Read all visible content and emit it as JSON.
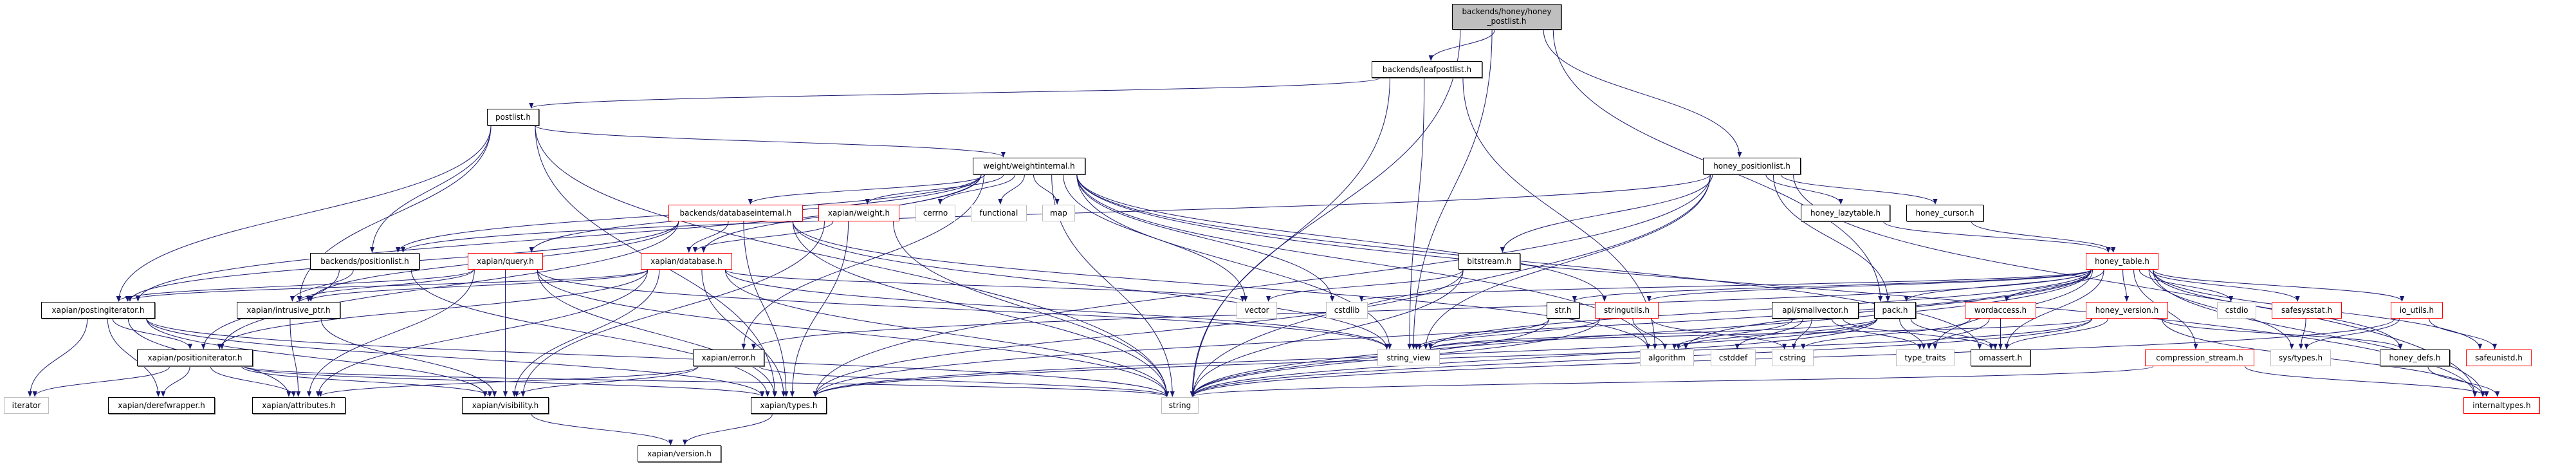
{
  "colors": {
    "edge": "#191970",
    "normal_border": "#000000",
    "system_border": "#bfbfbf",
    "truncated_border": "#ff0000",
    "root_fill": "#bfbfbf"
  },
  "nodes": [
    {
      "id": "root",
      "label": "backends/honey/honey\n_postlist.h",
      "kind": "root"
    },
    {
      "id": "leafpostlist",
      "label": "backends/leafpostlist.h",
      "kind": "normal"
    },
    {
      "id": "postlist",
      "label": "postlist.h",
      "kind": "normal"
    },
    {
      "id": "weightinternal",
      "label": "weight/weightinternal.h",
      "kind": "normal"
    },
    {
      "id": "honey_positionlist",
      "label": "honey_positionlist.h",
      "kind": "normal"
    },
    {
      "id": "databaseinternal",
      "label": "backends/databaseinternal.h",
      "kind": "truncated"
    },
    {
      "id": "weight",
      "label": "xapian/weight.h",
      "kind": "truncated"
    },
    {
      "id": "cerrno",
      "label": "cerrno",
      "kind": "system"
    },
    {
      "id": "functional",
      "label": "functional",
      "kind": "system"
    },
    {
      "id": "map",
      "label": "map",
      "kind": "system"
    },
    {
      "id": "honey_lazytable",
      "label": "honey_lazytable.h",
      "kind": "normal"
    },
    {
      "id": "honey_cursor",
      "label": "honey_cursor.h",
      "kind": "normal"
    },
    {
      "id": "positionlist",
      "label": "backends/positionlist.h",
      "kind": "normal"
    },
    {
      "id": "query",
      "label": "xapian/query.h",
      "kind": "truncated"
    },
    {
      "id": "database",
      "label": "xapian/database.h",
      "kind": "truncated"
    },
    {
      "id": "bitstream",
      "label": "bitstream.h",
      "kind": "normal"
    },
    {
      "id": "honey_table",
      "label": "honey_table.h",
      "kind": "truncated"
    },
    {
      "id": "postingiterator",
      "label": "xapian/postingiterator.h",
      "kind": "normal"
    },
    {
      "id": "intrusive_ptr",
      "label": "xapian/intrusive_ptr.h",
      "kind": "normal"
    },
    {
      "id": "vector",
      "label": "vector",
      "kind": "system"
    },
    {
      "id": "cstdlib",
      "label": "cstdlib",
      "kind": "system"
    },
    {
      "id": "str",
      "label": "str.h",
      "kind": "normal"
    },
    {
      "id": "stringutils",
      "label": "stringutils.h",
      "kind": "truncated"
    },
    {
      "id": "smallvector",
      "label": "api/smallvector.h",
      "kind": "normal"
    },
    {
      "id": "pack",
      "label": "pack.h",
      "kind": "normal"
    },
    {
      "id": "wordaccess",
      "label": "wordaccess.h",
      "kind": "truncated"
    },
    {
      "id": "honey_version",
      "label": "honey_version.h",
      "kind": "truncated"
    },
    {
      "id": "cstdio",
      "label": "cstdio",
      "kind": "system"
    },
    {
      "id": "safesysstat",
      "label": "safesysstat.h",
      "kind": "truncated"
    },
    {
      "id": "io_utils",
      "label": "io_utils.h",
      "kind": "truncated"
    },
    {
      "id": "positioniterator",
      "label": "xapian/positioniterator.h",
      "kind": "normal"
    },
    {
      "id": "error",
      "label": "xapian/error.h",
      "kind": "normal"
    },
    {
      "id": "string_view",
      "label": "string_view",
      "kind": "system"
    },
    {
      "id": "algorithm",
      "label": "algorithm",
      "kind": "system"
    },
    {
      "id": "cstddef",
      "label": "cstddef",
      "kind": "system"
    },
    {
      "id": "cstring",
      "label": "cstring",
      "kind": "system"
    },
    {
      "id": "type_traits",
      "label": "type_traits",
      "kind": "system"
    },
    {
      "id": "omassert",
      "label": "omassert.h",
      "kind": "normal"
    },
    {
      "id": "compression_stream",
      "label": "compression_stream.h",
      "kind": "truncated"
    },
    {
      "id": "sys_types",
      "label": "sys/types.h",
      "kind": "system"
    },
    {
      "id": "honey_defs",
      "label": "honey_defs.h",
      "kind": "normal"
    },
    {
      "id": "safeunistd",
      "label": "safeunistd.h",
      "kind": "truncated"
    },
    {
      "id": "iterator",
      "label": "iterator",
      "kind": "system"
    },
    {
      "id": "derefwrapper",
      "label": "xapian/derefwrapper.h",
      "kind": "normal"
    },
    {
      "id": "attributes",
      "label": "xapian/attributes.h",
      "kind": "normal"
    },
    {
      "id": "visibility",
      "label": "xapian/visibility.h",
      "kind": "normal"
    },
    {
      "id": "types",
      "label": "xapian/types.h",
      "kind": "normal"
    },
    {
      "id": "string",
      "label": "string",
      "kind": "system"
    },
    {
      "id": "internaltypes",
      "label": "internaltypes.h",
      "kind": "truncated"
    },
    {
      "id": "version",
      "label": "xapian/version.h",
      "kind": "normal"
    }
  ],
  "edges": [
    [
      "root",
      "leafpostlist"
    ],
    [
      "root",
      "string"
    ],
    [
      "root",
      "string_view"
    ],
    [
      "root",
      "pack"
    ],
    [
      "root",
      "honey_positionlist"
    ],
    [
      "leafpostlist",
      "postlist"
    ],
    [
      "leafpostlist",
      "string"
    ],
    [
      "leafpostlist",
      "string_view"
    ],
    [
      "leafpostlist",
      "algorithm"
    ],
    [
      "postlist",
      "weightinternal"
    ],
    [
      "postlist",
      "postingiterator"
    ],
    [
      "postlist",
      "intrusive_ptr"
    ],
    [
      "postlist",
      "positionlist"
    ],
    [
      "postlist",
      "types"
    ],
    [
      "postlist",
      "string"
    ],
    [
      "weightinternal",
      "databaseinternal"
    ],
    [
      "weightinternal",
      "positionlist"
    ],
    [
      "weightinternal",
      "query"
    ],
    [
      "weightinternal",
      "database"
    ],
    [
      "weightinternal",
      "weight"
    ],
    [
      "weightinternal",
      "cerrno"
    ],
    [
      "weightinternal",
      "functional"
    ],
    [
      "weightinternal",
      "map"
    ],
    [
      "weightinternal",
      "string"
    ],
    [
      "weightinternal",
      "string_view"
    ],
    [
      "weightinternal",
      "vector"
    ],
    [
      "weightinternal",
      "cstdlib"
    ],
    [
      "weightinternal",
      "stringutils"
    ],
    [
      "weightinternal",
      "algorithm"
    ],
    [
      "weightinternal",
      "error"
    ],
    [
      "weightinternal",
      "postingiterator"
    ],
    [
      "weightinternal",
      "internaltypes"
    ],
    [
      "weightinternal",
      "omassert"
    ],
    [
      "honey_positionlist",
      "positionlist"
    ],
    [
      "honey_positionlist",
      "bitstream"
    ],
    [
      "honey_positionlist",
      "honey_lazytable"
    ],
    [
      "honey_positionlist",
      "honey_cursor"
    ],
    [
      "honey_positionlist",
      "pack"
    ],
    [
      "honey_positionlist",
      "types"
    ],
    [
      "honey_positionlist",
      "string"
    ],
    [
      "honey_positionlist",
      "string_view"
    ],
    [
      "honey_positionlist",
      "internaltypes"
    ],
    [
      "honey_lazytable",
      "honey_table"
    ],
    [
      "honey_cursor",
      "honey_table"
    ],
    [
      "honey_table",
      "string_view"
    ],
    [
      "honey_table",
      "algorithm"
    ],
    [
      "honey_table",
      "str"
    ],
    [
      "honey_table",
      "stringutils"
    ],
    [
      "honey_table",
      "pack"
    ],
    [
      "honey_table",
      "wordaccess"
    ],
    [
      "honey_table",
      "honey_version"
    ],
    [
      "honey_table",
      "cstdio"
    ],
    [
      "honey_table",
      "safesysstat"
    ],
    [
      "honey_table",
      "io_utils"
    ],
    [
      "honey_table",
      "compression_stream"
    ],
    [
      "honey_table",
      "type_traits"
    ],
    [
      "honey_table",
      "omassert"
    ],
    [
      "honey_table",
      "honey_defs"
    ],
    [
      "honey_table",
      "safeunistd"
    ],
    [
      "honey_table",
      "internaltypes"
    ],
    [
      "honey_table",
      "sys_types"
    ],
    [
      "honey_table",
      "error"
    ],
    [
      "honey_table",
      "types"
    ],
    [
      "honey_table",
      "cstdlib"
    ],
    [
      "honey_table",
      "string"
    ],
    [
      "bitstream",
      "vector"
    ],
    [
      "bitstream",
      "string"
    ],
    [
      "bitstream",
      "types"
    ],
    [
      "str",
      "string"
    ],
    [
      "str",
      "string_view"
    ],
    [
      "stringutils",
      "string"
    ],
    [
      "stringutils",
      "string_view"
    ],
    [
      "stringutils",
      "algorithm"
    ],
    [
      "stringutils",
      "cstring"
    ],
    [
      "smallvector",
      "algorithm"
    ],
    [
      "smallvector",
      "cstddef"
    ],
    [
      "smallvector",
      "cstring"
    ],
    [
      "smallvector",
      "type_traits"
    ],
    [
      "smallvector",
      "omassert"
    ],
    [
      "pack",
      "string"
    ],
    [
      "pack",
      "string_view"
    ],
    [
      "pack",
      "type_traits"
    ],
    [
      "pack",
      "omassert"
    ],
    [
      "pack",
      "types"
    ],
    [
      "pack",
      "algorithm"
    ],
    [
      "wordaccess",
      "type_traits"
    ],
    [
      "wordaccess",
      "omassert"
    ],
    [
      "wordaccess",
      "cstring"
    ],
    [
      "honey_version",
      "string"
    ],
    [
      "honey_version",
      "types"
    ],
    [
      "honey_version",
      "omassert"
    ],
    [
      "honey_version",
      "internaltypes"
    ],
    [
      "honey_version",
      "honey_defs"
    ],
    [
      "honey_version",
      "string_view"
    ],
    [
      "compression_stream",
      "string"
    ],
    [
      "compression_stream",
      "internaltypes"
    ],
    [
      "io_utils",
      "sys_types"
    ],
    [
      "io_utils",
      "safeunistd"
    ],
    [
      "io_utils",
      "string"
    ],
    [
      "safesysstat",
      "sys_types"
    ],
    [
      "honey_defs",
      "internaltypes"
    ],
    [
      "databaseinternal",
      "database"
    ],
    [
      "databaseinternal",
      "postingiterator"
    ],
    [
      "databaseinternal",
      "positioniterator"
    ],
    [
      "databaseinternal",
      "intrusive_ptr"
    ],
    [
      "databaseinternal",
      "types"
    ],
    [
      "databaseinternal",
      "string"
    ],
    [
      "databaseinternal",
      "string_view"
    ],
    [
      "databaseinternal",
      "algorithm"
    ],
    [
      "weight",
      "database"
    ],
    [
      "weight",
      "types"
    ],
    [
      "weight",
      "visibility"
    ],
    [
      "weight",
      "string"
    ],
    [
      "positionlist",
      "intrusive_ptr"
    ],
    [
      "positionlist",
      "positioniterator"
    ],
    [
      "positionlist",
      "types"
    ],
    [
      "query",
      "postingiterator"
    ],
    [
      "query",
      "intrusive_ptr"
    ],
    [
      "query",
      "attributes"
    ],
    [
      "query",
      "visibility"
    ],
    [
      "query",
      "types"
    ],
    [
      "query",
      "string"
    ],
    [
      "query",
      "string_view"
    ],
    [
      "database",
      "attributes"
    ],
    [
      "database",
      "intrusive_ptr"
    ],
    [
      "database",
      "positioniterator"
    ],
    [
      "database",
      "postingiterator"
    ],
    [
      "database",
      "types"
    ],
    [
      "database",
      "visibility"
    ],
    [
      "database",
      "string"
    ],
    [
      "database",
      "string_view"
    ],
    [
      "database",
      "vector"
    ],
    [
      "postingiterator",
      "iterator"
    ],
    [
      "postingiterator",
      "derefwrapper"
    ],
    [
      "postingiterator",
      "attributes"
    ],
    [
      "postingiterator",
      "visibility"
    ],
    [
      "postingiterator",
      "types"
    ],
    [
      "postingiterator",
      "positioniterator"
    ],
    [
      "postingiterator",
      "string"
    ],
    [
      "intrusive_ptr",
      "attributes"
    ],
    [
      "intrusive_ptr",
      "visibility"
    ],
    [
      "positioniterator",
      "iterator"
    ],
    [
      "positioniterator",
      "derefwrapper"
    ],
    [
      "positioniterator",
      "attributes"
    ],
    [
      "positioniterator",
      "visibility"
    ],
    [
      "positioniterator",
      "types"
    ],
    [
      "positioniterator",
      "string"
    ],
    [
      "error",
      "attributes"
    ],
    [
      "error",
      "visibility"
    ],
    [
      "error",
      "string"
    ],
    [
      "visibility",
      "version"
    ],
    [
      "types",
      "version"
    ]
  ]
}
